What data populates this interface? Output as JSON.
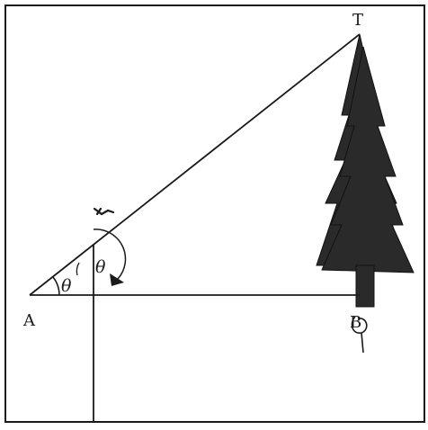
{
  "labels": {
    "point_A": "A",
    "point_T": "T",
    "point_B": "B",
    "angle_at_A": "θ",
    "angle_at_observer": "θ"
  },
  "colors": {
    "ink": "#1a1a1a",
    "tree": "#2a2a2a",
    "paper": "#ffffff"
  }
}
